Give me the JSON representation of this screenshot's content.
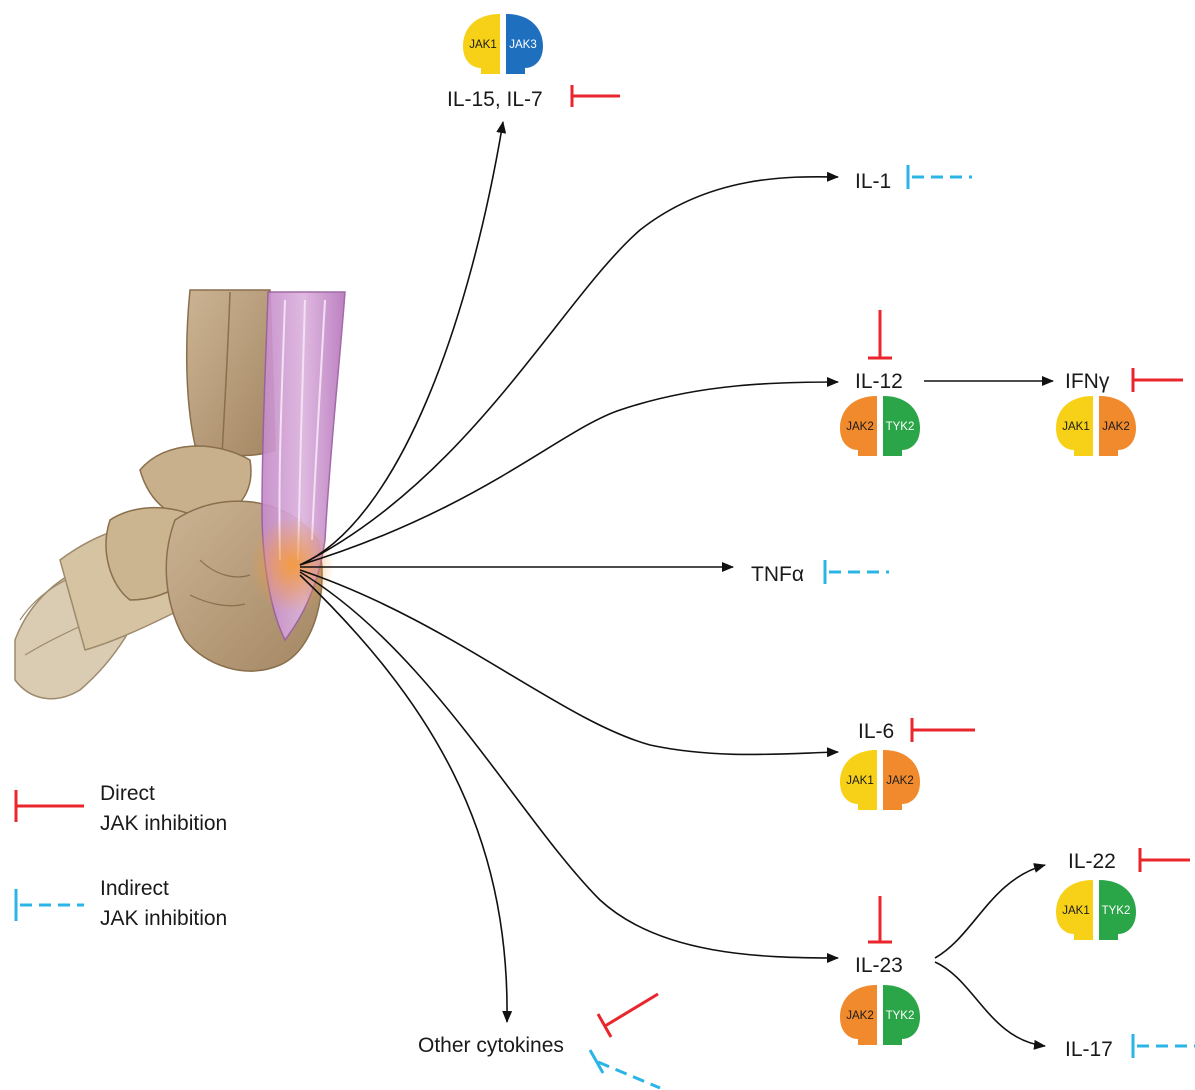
{
  "colors": {
    "direct": "#e8262b",
    "indirect": "#2bb5e6",
    "arrow": "#111111",
    "JAK1": "#f7d117",
    "JAK2": "#f08a2c",
    "JAK3": "#1f6fbf",
    "TYK2": "#2aa548"
  },
  "nodes": {
    "il15": {
      "label": "IL-15, IL-7",
      "jaks": [
        "JAK1",
        "JAK3"
      ]
    },
    "il1": {
      "label": "IL-1"
    },
    "il12": {
      "label": "IL-12",
      "jaks": [
        "JAK2",
        "TYK2"
      ]
    },
    "ifng": {
      "label": "IFNγ",
      "jaks": [
        "JAK1",
        "JAK2"
      ]
    },
    "tnfa": {
      "label": "TNFα"
    },
    "il6": {
      "label": "IL-6",
      "jaks": [
        "JAK1",
        "JAK2"
      ]
    },
    "il22": {
      "label": "IL-22",
      "jaks": [
        "JAK1",
        "TYK2"
      ]
    },
    "il23": {
      "label": "IL-23",
      "jaks": [
        "JAK2",
        "TYK2"
      ]
    },
    "il17": {
      "label": "IL-17"
    },
    "other": {
      "label": "Other cytokines"
    }
  },
  "legend": {
    "direct": [
      "Direct",
      "JAK inhibition"
    ],
    "indirect": [
      "Indirect",
      "JAK inhibition"
    ]
  }
}
